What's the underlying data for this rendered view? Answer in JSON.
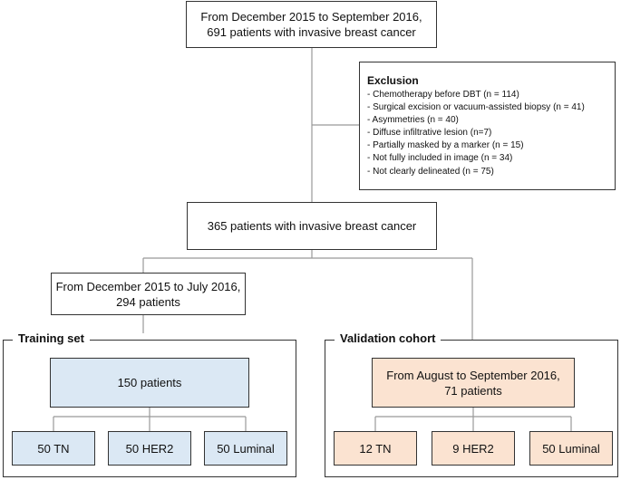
{
  "top_box": {
    "line1": "From December 2015 to September 2016,",
    "line2": "691 patients with invasive breast cancer"
  },
  "exclusion": {
    "title": "Exclusion",
    "items": [
      "- Chemotherapy before DBT (n = 114)",
      "- Surgical excision or vacuum-assisted biopsy (n = 41)",
      "- Asymmetries (n = 40)",
      "- Diffuse infiltrative lesion (n=7)",
      "- Partially masked by a marker (n = 15)",
      "- Not fully included in image (n = 34)",
      "- Not clearly delineated (n = 75)"
    ]
  },
  "middle_box": {
    "text": "365 patients with invasive breast cancer"
  },
  "period_box": {
    "line1": "From December 2015 to July 2016,",
    "line2": "294 patients"
  },
  "training": {
    "title": "Training set",
    "main": "150 patients",
    "subgroups": [
      "50 TN",
      "50 HER2",
      "50 Luminal"
    ]
  },
  "validation": {
    "title": "Validation cohort",
    "line1": "From August to September 2016,",
    "line2": "71 patients",
    "subgroups": [
      "12 TN",
      "9 HER2",
      "50 Luminal"
    ]
  },
  "colors": {
    "training_fill": "#dbe8f4",
    "validation_fill": "#fbe3d1",
    "line": "#999999",
    "border": "#333333"
  }
}
